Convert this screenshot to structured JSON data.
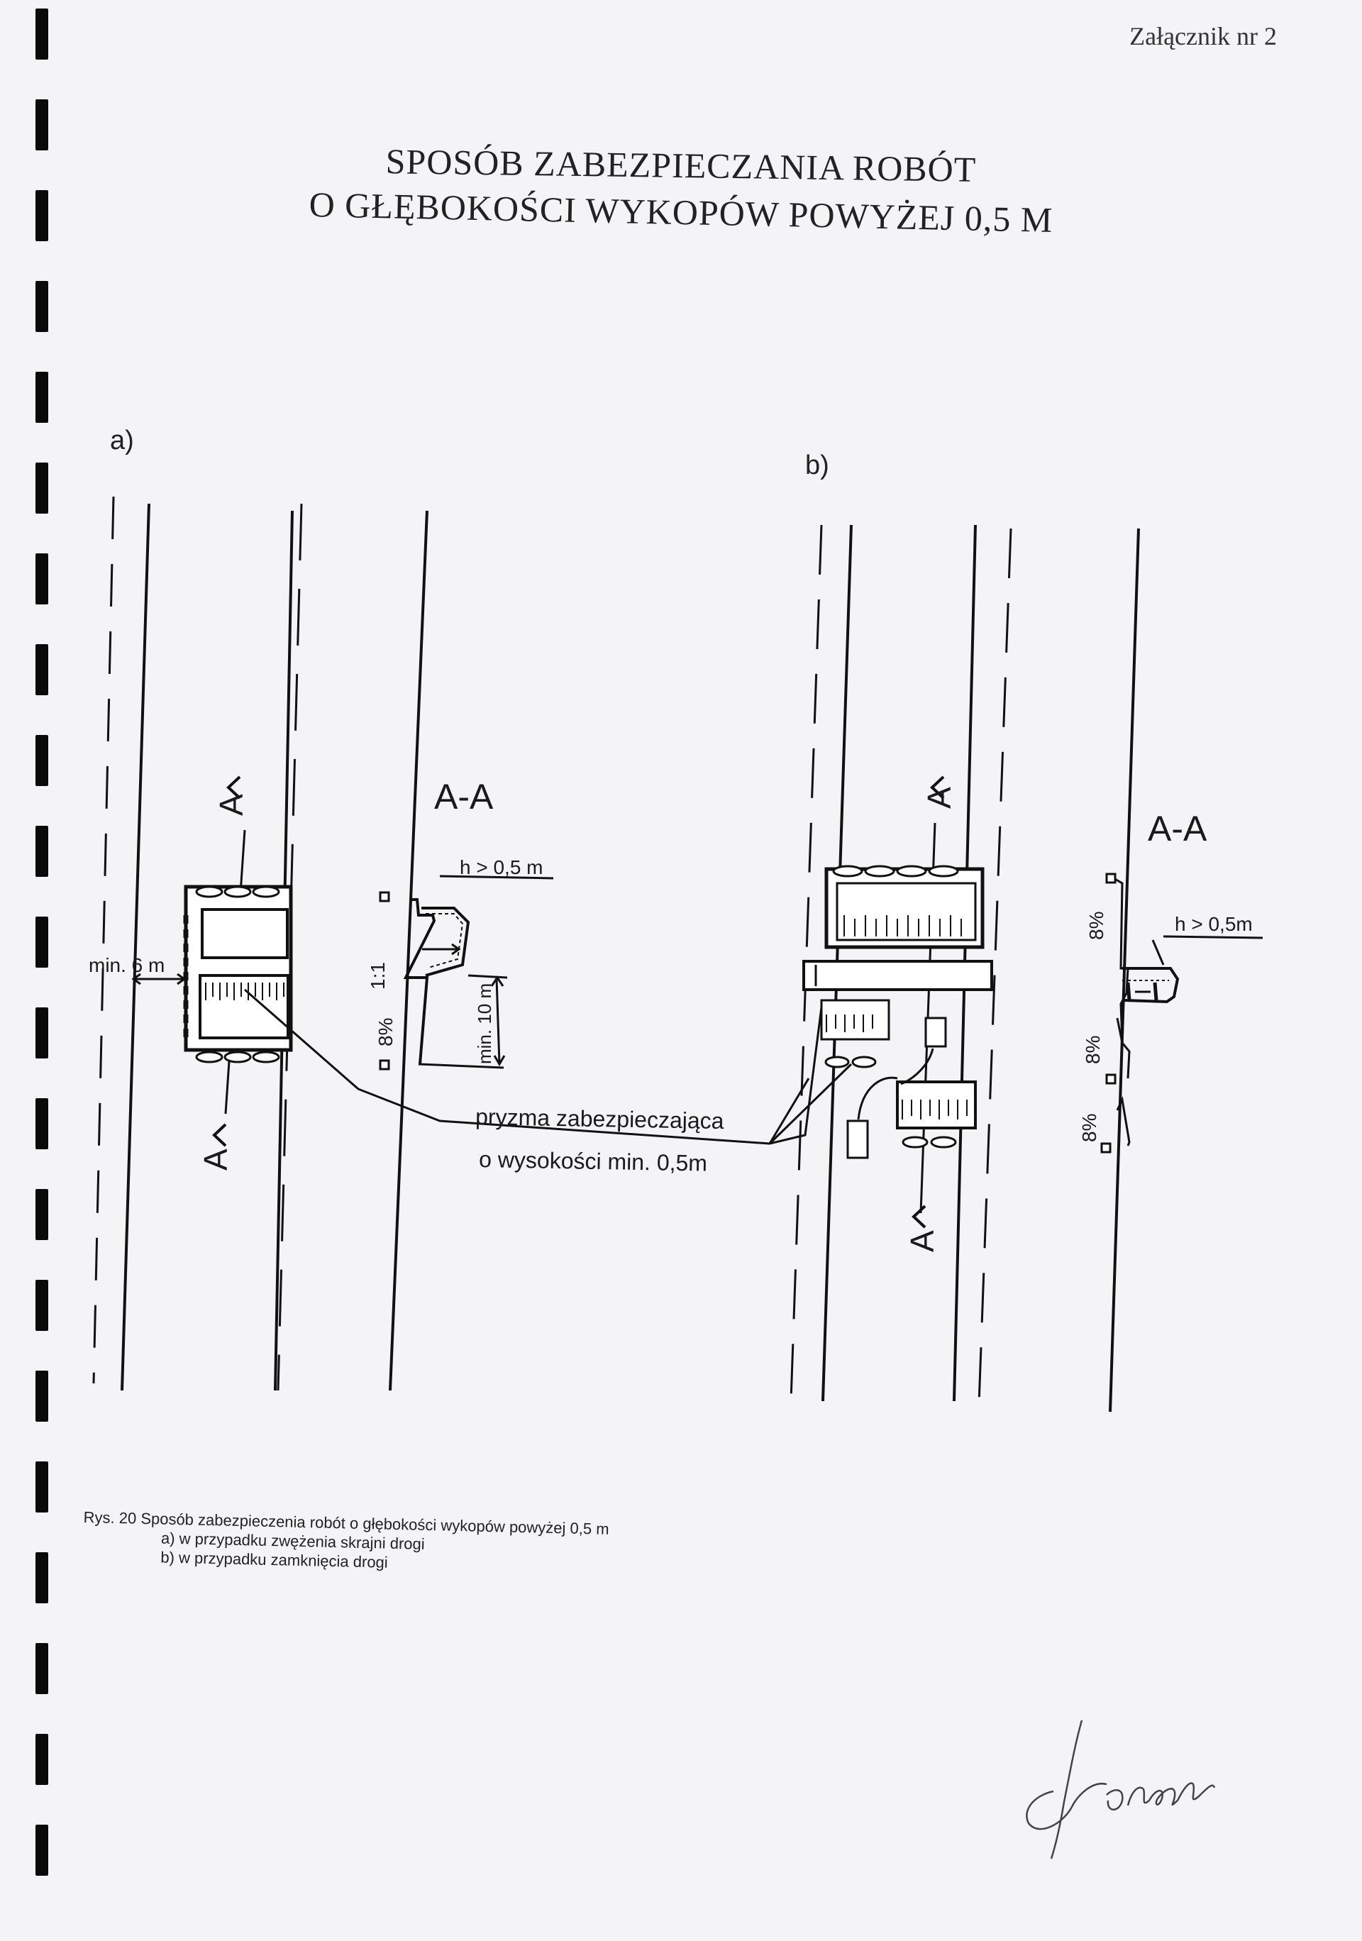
{
  "header": {
    "attachment": "Załącznik nr 2"
  },
  "title": {
    "line1": "SPOSÓB ZABEZPIECZANIA ROBÓT",
    "line2": "O GŁĘBOKOŚCI WYKOPÓW POWYŻEJ 0,5 M"
  },
  "figure_a": {
    "label": "a)",
    "section_label": "A-A",
    "section_marker": "A",
    "depth_label": "h > 0,5 m",
    "slope_label": "1:1",
    "grade_label": "8%",
    "width_label": "min. 6 m",
    "distance_label": "min. 10 m"
  },
  "figure_b": {
    "label": "b)",
    "section_label": "A-A",
    "section_marker": "A",
    "depth_label": "h > 0,5m",
    "grade_label": "8%"
  },
  "callout": {
    "line1": "pryzma zabezpieczająca",
    "line2": "o wysokości min. 0,5m"
  },
  "caption": {
    "line1": "Rys. 20  Sposób zabezpieczenia robót o głębokości wykopów powyżej 0,5 m",
    "line2": "a) w przypadku zwężenia skrajni drogi",
    "line3": "b) w przypadku zamknięcia drogi"
  },
  "signature": "Górecki"
}
